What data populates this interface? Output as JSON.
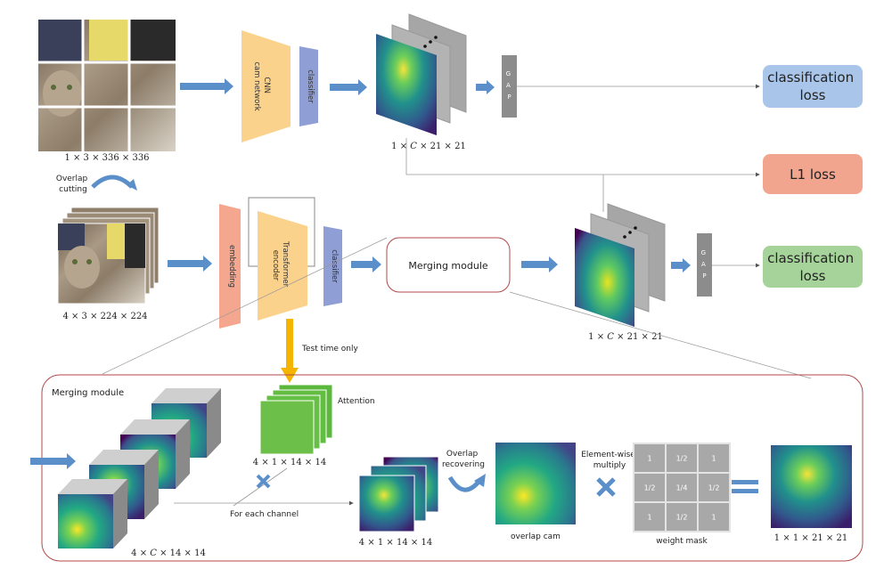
{
  "top": {
    "input_dim": "1 × 3 × 336 × 336",
    "cnn_label": "CNN\ncam network",
    "classifier": "classifier",
    "cam_dim_prefix": "1 × ",
    "cam_dim_c": "C",
    "cam_dim_suffix": " × 21 × 21",
    "gap": "G\nA\nP"
  },
  "losses": {
    "classification_1": "classification\nloss",
    "l1": "L1 loss",
    "classification_2": "classification\nloss"
  },
  "middle": {
    "overlap_cutting": "Overlap\ncutting",
    "input_dim": "4 × 3 × 224 × 224",
    "embedding": "embedding",
    "transformer": "Transformer\nencoder",
    "classifier": "classifier",
    "merging_module": "Merging module",
    "cam_dim_prefix": "1 × ",
    "cam_dim_c": "C",
    "cam_dim_suffix": " × 21 × 21",
    "gap": "G\nA\nP",
    "test_time": "Test time only"
  },
  "detail": {
    "title": "Merging module",
    "attention": "Attention",
    "attention_dim": "4 × 1 × 14 × 14",
    "cubes_dim_prefix": "4 × ",
    "cubes_dim_c": "C",
    "cubes_dim_suffix": " × 14 × 14",
    "for_each_channel": "For each channel",
    "stack_dim": "4 × 1 × 14 × 14",
    "overlap_recovering": "Overlap\nrecovering",
    "overlap_cam": "overlap cam",
    "element_wise": "Element-wise\nmultiply",
    "weight_mask_label": "weight mask",
    "weight_mask": [
      [
        "1",
        "1/2",
        "1"
      ],
      [
        "1/2",
        "1/4",
        "1/2"
      ],
      [
        "1",
        "1/2",
        "1"
      ]
    ],
    "output_dim": "1 × 1 × 21 × 21"
  },
  "colors": {
    "arrow": "#5b8fc9",
    "cnn": "#fbd28b",
    "classifier": "#8f9fd6",
    "embedding": "#f4a78e",
    "loss_blue": "#a9c6ea",
    "loss_red": "#f2a58e",
    "loss_green": "#a6d39a",
    "gap": "#8c8c8c",
    "attention": "#6cc04a",
    "border_red": "#b04a4a",
    "test_arrow": "#f4b400"
  }
}
